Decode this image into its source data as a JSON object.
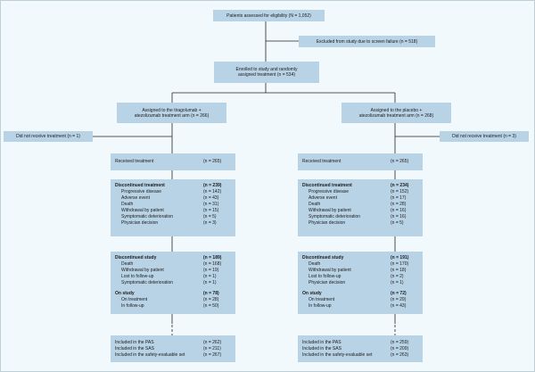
{
  "top": {
    "assessed": "Patients assessed for eligibility (N = 1,052)",
    "excluded": "Excluded from study due to screen failure (n = 518)",
    "enrolled_line1": "Enrolled to study and randomly",
    "enrolled_line2": "assigned treatment (n = 534)"
  },
  "arms": [
    {
      "assigned_line1": "Assigned to the tiragolumab +",
      "assigned_line2": "atezolizumab treatment arm (n = 266)",
      "not_received": "Did not receive treatment (n = 1)",
      "received": {
        "label": "Received treatment",
        "n": "(n = 265)"
      },
      "discontinued_treatment": {
        "header": {
          "label": "Discontinued treatment",
          "n": "(n = 239)"
        },
        "items": [
          {
            "label": "Progressive disease",
            "n": "(n = 142)"
          },
          {
            "label": "Adverse event",
            "n": "(n = 43)"
          },
          {
            "label": "Death",
            "n": "(n = 31)"
          },
          {
            "label": "Withdrawal by patient",
            "n": "(n = 15)"
          },
          {
            "label": "Symptomatic deterioration",
            "n": "(n = 5)"
          },
          {
            "label": "Physician decision",
            "n": "(n = 3)"
          }
        ]
      },
      "discontinued_study": {
        "header": {
          "label": "Discontinued study",
          "n": "(n = 189)"
        },
        "items": [
          {
            "label": "Death",
            "n": "(n = 168)"
          },
          {
            "label": "Withdrawal by patient",
            "n": "(n = 19)"
          },
          {
            "label": "Lost to follow-up",
            "n": "(n = 1)"
          },
          {
            "label": "Symptomatic deterioration",
            "n": "(n = 1)"
          }
        ]
      },
      "on_study": {
        "header": {
          "label": "On study",
          "n": "(n = 78)"
        },
        "items": [
          {
            "label": "On treatment",
            "n": "(n = 28)"
          },
          {
            "label": "In follow-up",
            "n": "(n = 50)"
          }
        ]
      },
      "included": [
        {
          "label": "Included in the PAS",
          "n": "(n = 262)"
        },
        {
          "label": "Included in the SAS",
          "n": "(n = 211)"
        },
        {
          "label": "Included in the safety-evaluable set",
          "n": "(n = 267)"
        }
      ]
    },
    {
      "assigned_line1": "Assigned to the placebo +",
      "assigned_line2": "atezolizumab treatment arm (n = 268)",
      "not_received": "Did not receive treatment (n = 3)",
      "received": {
        "label": "Received treatment",
        "n": "(n = 265)"
      },
      "discontinued_treatment": {
        "header": {
          "label": "Discontinued treatment",
          "n": "(n = 234)"
        },
        "items": [
          {
            "label": "Progressive disease",
            "n": "(n = 152)"
          },
          {
            "label": "Adverse event",
            "n": "(n = 17)"
          },
          {
            "label": "Death",
            "n": "(n = 28)"
          },
          {
            "label": "Withdrawal by patient",
            "n": "(n = 16)"
          },
          {
            "label": "Symptomatic deterioration",
            "n": "(n = 16)"
          },
          {
            "label": "Physician decision",
            "n": "(n = 5)"
          }
        ]
      },
      "discontinued_study": {
        "header": {
          "label": "Discontinued study",
          "n": "(n = 191)"
        },
        "items": [
          {
            "label": "Death",
            "n": "(n = 170)"
          },
          {
            "label": "Withdrawal by patient",
            "n": "(n = 18)"
          },
          {
            "label": "Lost to follow-up",
            "n": "(n = 2)"
          },
          {
            "label": "Physician decision",
            "n": "(n = 1)"
          }
        ]
      },
      "on_study": {
        "header": {
          "label": "On study",
          "n": "(n = 72)"
        },
        "items": [
          {
            "label": "On treatment",
            "n": "(n = 29)"
          },
          {
            "label": "In follow-up",
            "n": "(n = 43)"
          }
        ]
      },
      "included": [
        {
          "label": "Included in the PAS",
          "n": "(n = 259)"
        },
        {
          "label": "Included in the SAS",
          "n": "(n = 209)"
        },
        {
          "label": "Included in the safety-evaluable set",
          "n": "(n = 263)"
        }
      ]
    }
  ]
}
